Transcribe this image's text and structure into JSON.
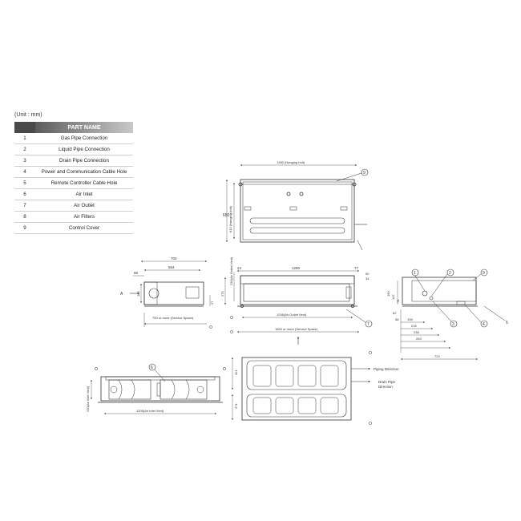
{
  "unit_label": "(Unit : mm)",
  "table": {
    "header_part": "PART NAME",
    "rows": [
      {
        "no": "1",
        "name": "Gas Pipe Connection"
      },
      {
        "no": "2",
        "name": "Liquid Pipe Connection"
      },
      {
        "no": "3",
        "name": "Drain Pipe Connection"
      },
      {
        "no": "4",
        "name": "Power and Communication Cable Hole"
      },
      {
        "no": "5",
        "name": "Remote Controller Cable Hole"
      },
      {
        "no": "6",
        "name": "Air Inlet"
      },
      {
        "no": "7",
        "name": "Air Outlet"
      },
      {
        "no": "8",
        "name": "Air Filters"
      },
      {
        "no": "9",
        "name": "Control Cover"
      }
    ]
  },
  "top_view": {
    "hanging_bolt_width": "1350 (Hanging bolt)",
    "depth": "650",
    "hanging_bolt_depth": "610 (Hanging bolt)",
    "callout": "9"
  },
  "side_view": {
    "overall": "700",
    "inner": "564",
    "left_offset": "68",
    "inlet_height": "180",
    "offset_small": "27",
    "service_space": "700 or more (Service Space)",
    "arrow_label": "A"
  },
  "front_view": {
    "outlet_vent_depth": "230(Air Outlet Vent)",
    "left_offset": "24",
    "width": "1290",
    "right_offset": "77",
    "height": "275",
    "right_top": "50",
    "right_small": "34",
    "outlet_vent_width": "1206(Air Outlet Vent)",
    "service_space": "1500 or more (Service Space)",
    "callout": "7"
  },
  "pipe_view": {
    "callouts": [
      "1",
      "2",
      "3",
      "4",
      "5",
      "9"
    ],
    "dims": [
      "190",
      "147",
      "78",
      "62",
      "58",
      "196",
      "216",
      "238",
      "263",
      "724"
    ]
  },
  "bottom_view": {
    "dim_a": "421",
    "dim_b": "271",
    "piping_direction": "Piping Direction",
    "drain_pipe_direction_l1": "Drain Pipe",
    "drain_pipe_direction_l2": "Direction"
  },
  "inlet_view": {
    "inlet_vent_width": "1205(Air Inlet Vent)",
    "inlet_vent_height": "230(Air Inlet Vent)",
    "callout": "6"
  },
  "colors": {
    "header_dark": "#4a4a4a",
    "line": "#333333",
    "dim": "#555555"
  }
}
